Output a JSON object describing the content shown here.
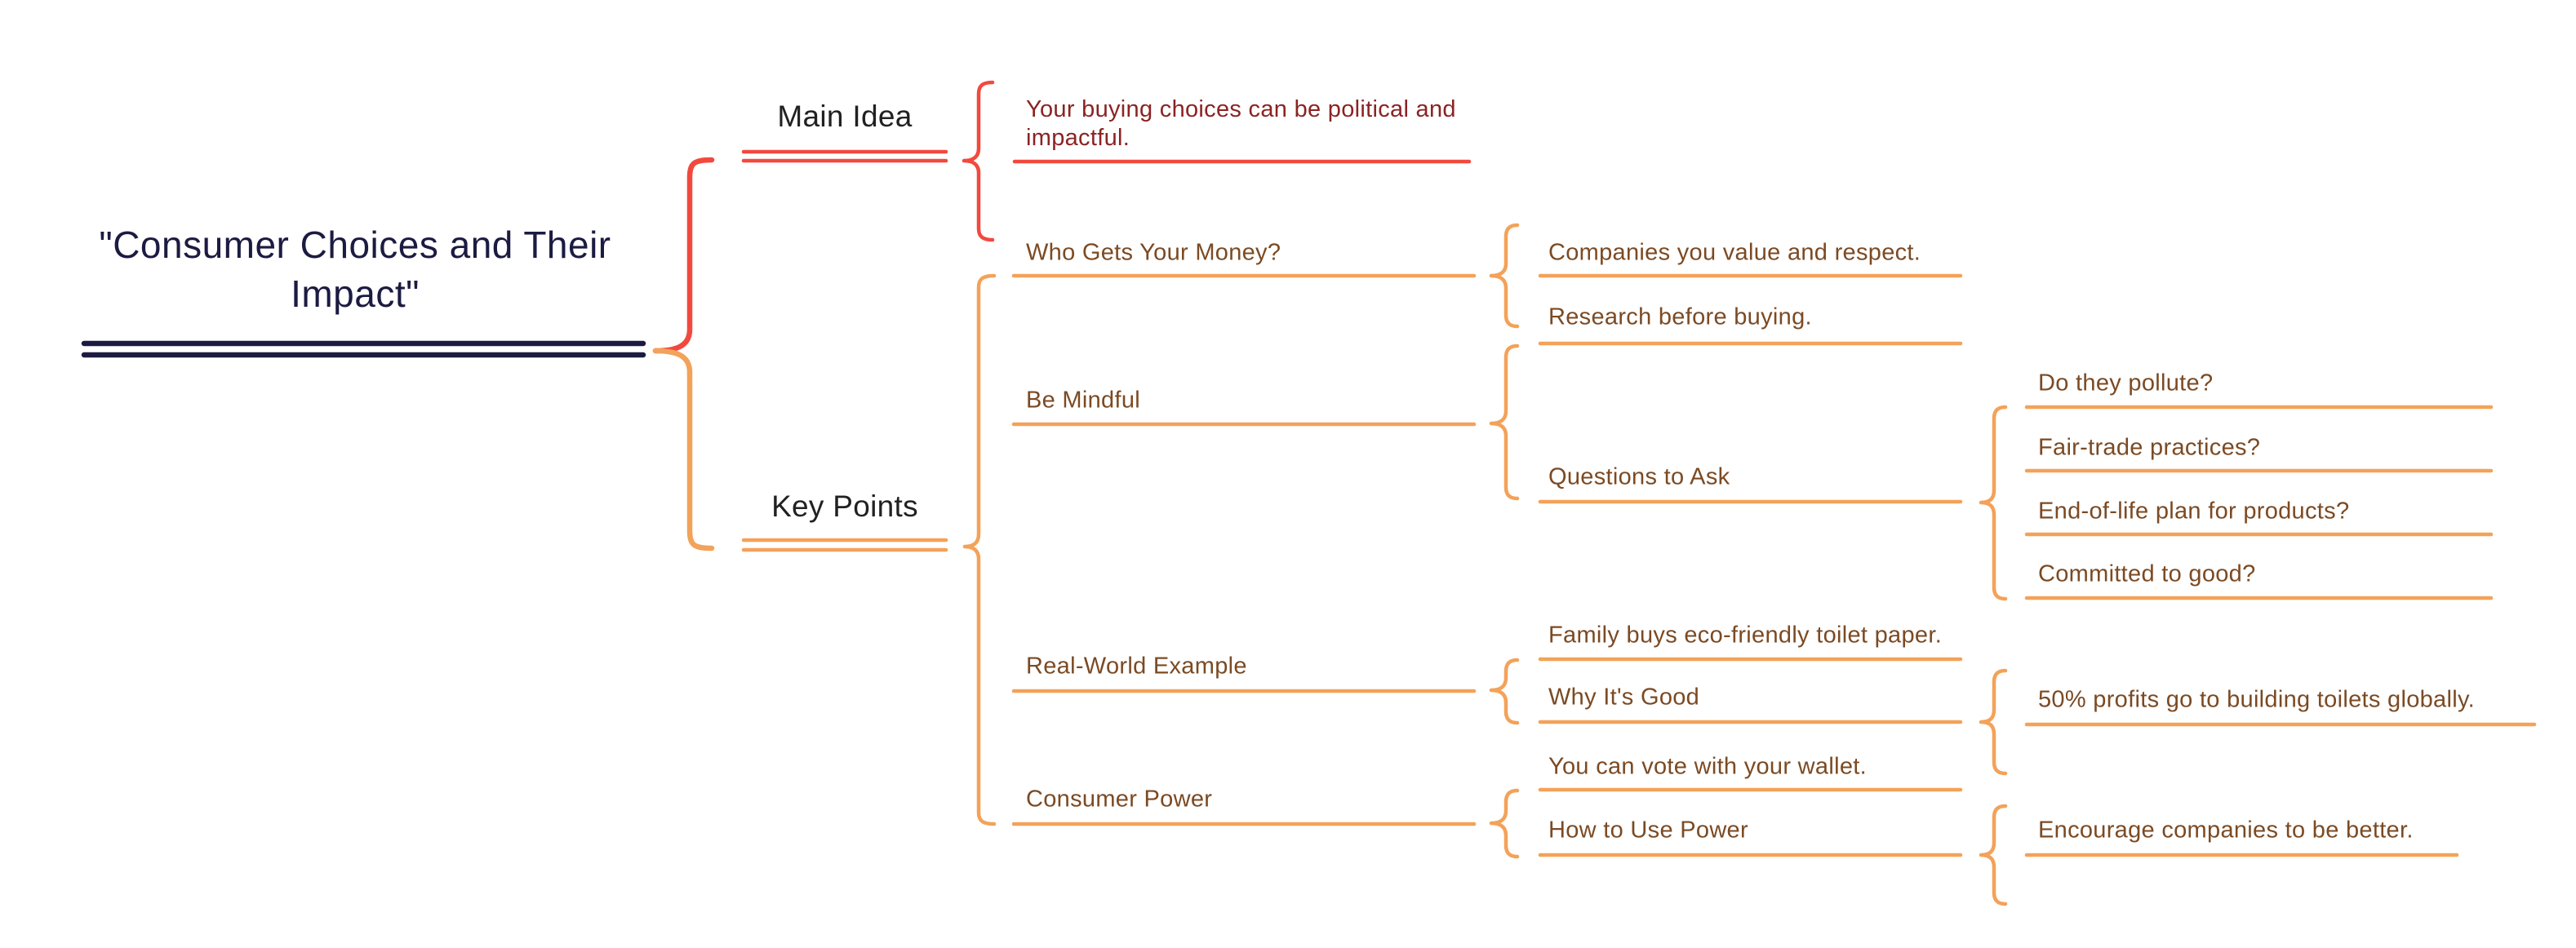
{
  "colors": {
    "background": "#ffffff",
    "navy": "#1b1b42",
    "red": "#f2493f",
    "orange": "#f3a259",
    "brown_text": "#7b4a23",
    "dark_red_text": "#8b2323",
    "label_text": "#212121"
  },
  "root": {
    "title": "\"Consumer Choices and Their Impact\""
  },
  "branches": [
    {
      "label": "Main Idea",
      "children": [
        {
          "label": "Your buying choices can be political and impactful."
        }
      ]
    },
    {
      "label": "Key Points",
      "children": [
        {
          "label": "Who Gets Your Money?",
          "children": [
            {
              "label": "Companies you value and respect."
            }
          ]
        },
        {
          "label": "Be Mindful",
          "children": [
            {
              "label": "Research before buying."
            },
            {
              "label": "Questions to Ask",
              "children": [
                {
                  "label": "Do they pollute?"
                },
                {
                  "label": "Fair-trade practices?"
                },
                {
                  "label": "End-of-life plan for products?"
                },
                {
                  "label": "Committed to good?"
                }
              ]
            }
          ]
        },
        {
          "label": "Real-World Example",
          "children": [
            {
              "label": "Family buys eco-friendly toilet paper."
            },
            {
              "label": "Why It's Good",
              "children": [
                {
                  "label": "50% profits go to building toilets globally."
                }
              ]
            }
          ]
        },
        {
          "label": "Consumer Power",
          "children": [
            {
              "label": "You can vote with your wallet."
            },
            {
              "label": "How to Use Power",
              "children": [
                {
                  "label": "Encourage companies to be better."
                }
              ]
            }
          ]
        }
      ]
    }
  ]
}
